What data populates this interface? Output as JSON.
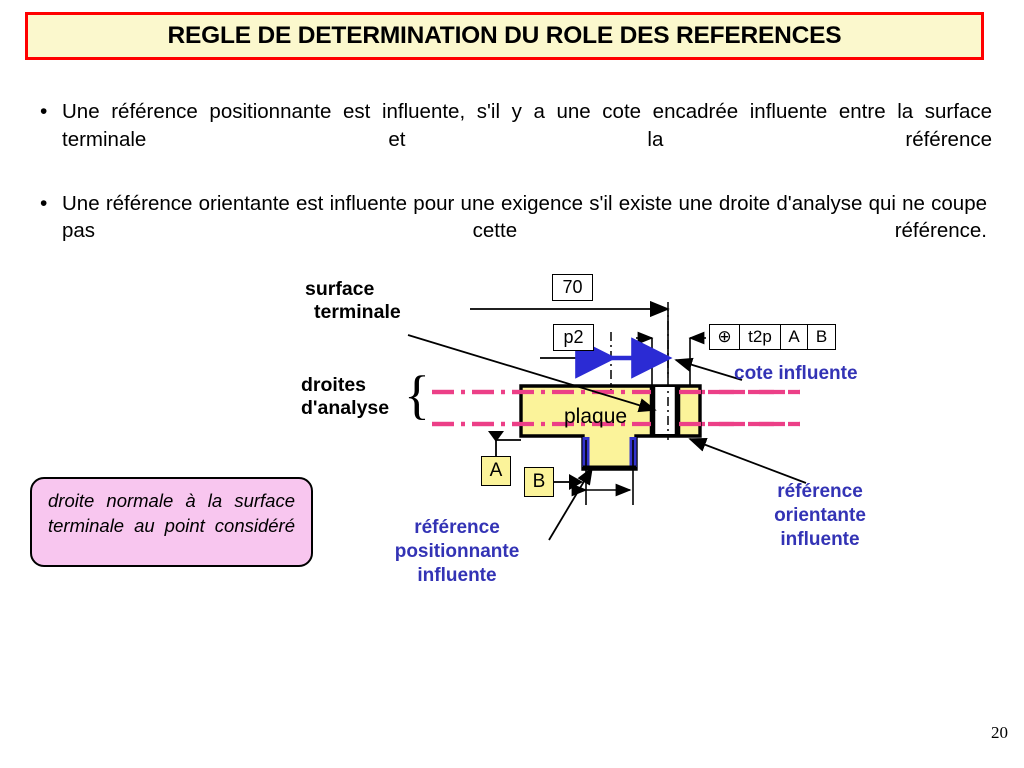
{
  "title": {
    "text": "REGLE DE DETERMINATION DU ROLE DES REFERENCES",
    "background": "#fbf8cd",
    "border_color": "#ff0000"
  },
  "bullets": [
    {
      "marker": "•",
      "text": "Une référence positionnante est influente, s'il y a une cote encadrée influente entre la surface terminale et la référence"
    },
    {
      "marker": "•",
      "text": "Une référence orientante est influente pour une exigence s'il existe une droite d'analyse qui ne coupe pas cette référence."
    }
  ],
  "diagram": {
    "labels": {
      "surface_terminale": "surface\nterminale",
      "surface_terminale_line1": "surface",
      "surface_terminale_line2": "terminale",
      "droites_analyse_line1": "droites",
      "droites_analyse_line2": "d'analyse",
      "brace": "{",
      "plaque": "plaque"
    },
    "dimensions": {
      "d70": "70",
      "p2": "p2"
    },
    "feature_control_frame": {
      "symbol": "⊕",
      "symbol_name": "position-symbol",
      "tolerance": "t2p",
      "datum_primary": "A",
      "datum_secondary": "B"
    },
    "datums": [
      {
        "letter": "A"
      },
      {
        "letter": "B"
      }
    ],
    "annotations": [
      {
        "id": "cote-influente",
        "text": "cote influente",
        "color": "#3333b5"
      },
      {
        "id": "reference-positionnante",
        "lines": [
          "référence",
          "positionnante",
          "influente"
        ],
        "color": "#3333b5"
      },
      {
        "id": "reference-orientante",
        "lines": [
          "référence",
          "orientante",
          "influente"
        ],
        "color": "#3333b5"
      }
    ],
    "callout": {
      "text": "droite normale à la surface terminale au point considéré",
      "background": "#f8c6ef"
    },
    "colors": {
      "part_fill": "#fbf39a",
      "analysis_line": "#ec3f87",
      "influent_dim": "#2b2bd4",
      "datum_surface": "#3333cc",
      "outline": "#000000"
    }
  },
  "footer": {
    "page_number": "20"
  }
}
